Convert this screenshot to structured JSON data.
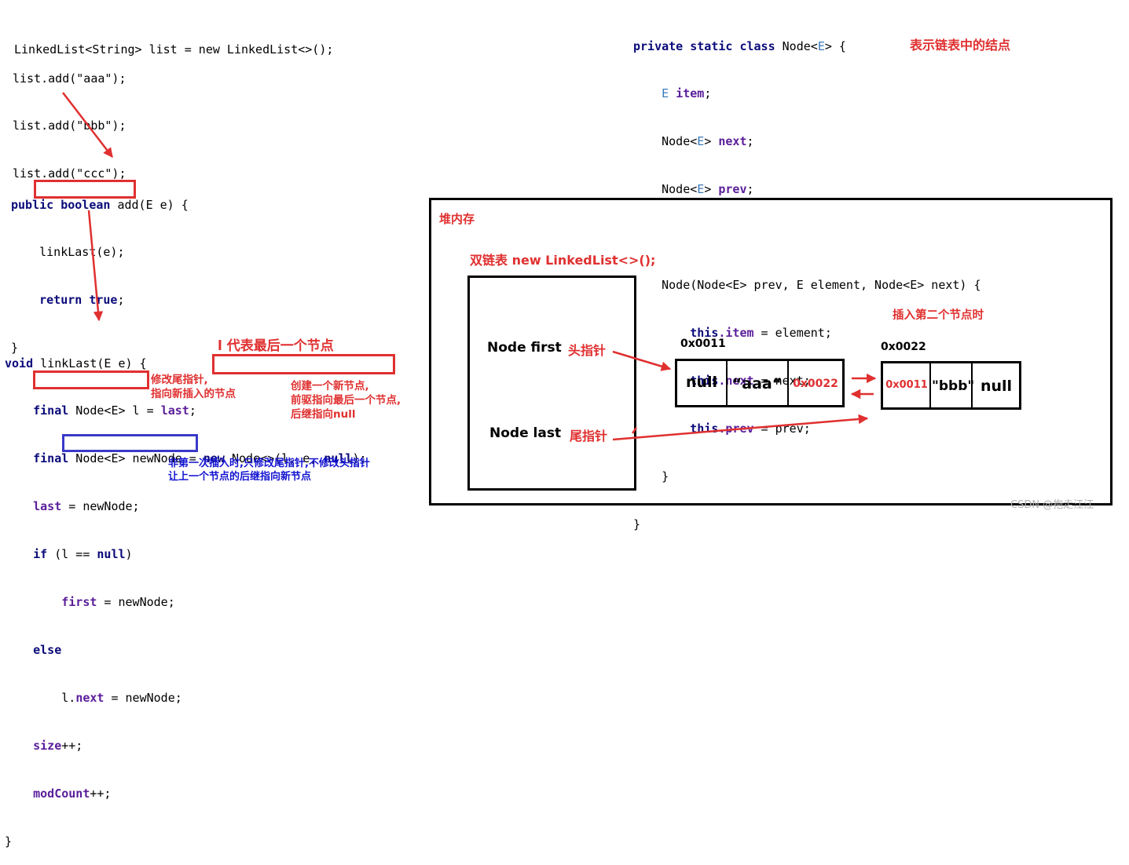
{
  "code_top_left": [
    "LinkedList<String> list = new LinkedList<>();",
    "list.add(\"aaa\");",
    "list.add(\"bbb\");",
    "list.add(\"ccc\");"
  ],
  "code_add": {
    "sig_kw1": "public",
    "sig_kw2": "boolean",
    "sig_rest": " add(E e) {",
    "line1": "linkLast(e);",
    "ret_kw": "return",
    "ret_val": "true",
    "ret_end": ";",
    "close": "}"
  },
  "code_linklast": {
    "sig_kw": "void",
    "sig_rest": " linkLast(E e) {",
    "l1_kw": "final",
    "l1_rest": " Node<E> l = ",
    "l1_fld": "last",
    "l1_end": ";",
    "l2_kw": "final",
    "l2_rest": " Node<E> newNode = ",
    "l2_new": "new",
    "l2_call": " Node<>(l, e, ",
    "l2_null": "null",
    "l2_end": ");",
    "l3_fld": "last",
    "l3_rest": " = newNode;",
    "l4_kw": "if",
    "l4_rest": " (l == ",
    "l4_null": "null",
    "l4_end": ")",
    "l5_fld": "first",
    "l5_rest": " = newNode;",
    "l6_kw": "else",
    "l7_var": "l.",
    "l7_fld": "next",
    "l7_rest": " = newNode;",
    "l8_fld": "size",
    "l8_rest": "++;",
    "l9_fld": "modCount",
    "l9_rest": "++;",
    "close": "}"
  },
  "code_node": {
    "sig_kw": "private static class",
    "sig_rest": " Node<",
    "sig_e": "E",
    "sig_end": "> {",
    "f1_e": "E",
    "f1_fld": "item",
    "f1_end": ";",
    "f2_a": "Node<",
    "f2_e": "E",
    "f2_b": "> ",
    "f2_fld": "next",
    "f2_end": ";",
    "f3_a": "Node<",
    "f3_e": "E",
    "f3_b": "> ",
    "f3_fld": "prev",
    "f3_end": ";",
    "ctor": "Node(Node<E> prev, E element, Node<E> next) {",
    "a1_kw": "this",
    "a1_fld": ".item",
    "a1_rest": " = element;",
    "a2_kw": "this",
    "a2_fld": ".next",
    "a2_rest": " = next;",
    "a3_kw": "this",
    "a3_fld": ".prev",
    "a3_rest": " = prev;",
    "close_inner": "}",
    "close_outer": "}"
  },
  "notes": {
    "node_desc": "表示链表中的结点",
    "l_desc": "l 代表最后一个节点",
    "tail_update": "修改尾指针,\n指向新插入的节点",
    "create_node": "创建一个新节点,\n前驱指向最后一个节点,\n后继指向null",
    "non_first": "非第一次插入时,只修改尾指针,不修改头指针\n让上一个节点的后继指向新节点"
  },
  "heap": {
    "title": "堆内存",
    "list_label": "双链表 new LinkedList<>();",
    "first_label": "Node first",
    "first_note": "头指针",
    "last_label": "Node last",
    "last_note": "尾指针",
    "insert_note": "插入第二个节点时",
    "node1": {
      "addr": "0x0011",
      "prev": "null",
      "item": "“aaa“",
      "next": "0x0022"
    },
    "node2": {
      "addr": "0x0022",
      "prev": "0x0011",
      "item": "\"bbb\"",
      "next": "null"
    }
  },
  "watermark": "CSDN @抱走江江",
  "colors": {
    "red": "#e03030",
    "blue": "#1414d2",
    "keyword": "#0a0a7a"
  }
}
